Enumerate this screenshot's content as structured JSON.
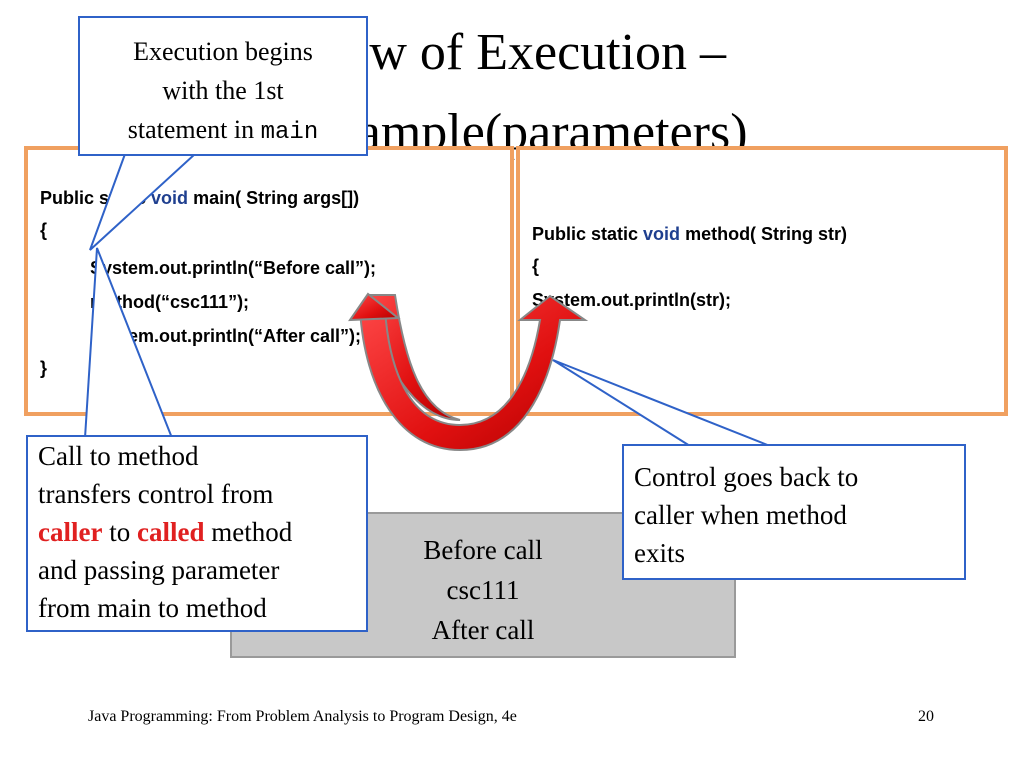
{
  "slide": {
    "title_line1": "Flow of Execution –",
    "title_line2": "Example(parameters)"
  },
  "main_code": {
    "line1_a": "Public static ",
    "line1_kw": "void",
    "line1_b": " main( String args[])",
    "line2": "{",
    "line3": "System.out.println(“Before call”);",
    "line4": "method(“csc111”);",
    "line5": "System.out.println(“After call”);",
    "line6": "}"
  },
  "method_code": {
    "line1_a": "Public static ",
    "line1_kw": "void",
    "line1_b": " method( String str)",
    "line2": "{",
    "line3": " System.out.println(str);"
  },
  "output": {
    "line1": "Before call",
    "line2": "csc111",
    "line3": "After call"
  },
  "callout_top": {
    "text1": "Execution begins",
    "text2": "with the 1st",
    "text3_a": "statement in ",
    "text3_code": "main"
  },
  "callout_left": {
    "line1": "Call to method",
    "line2": "transfers control from",
    "caller": "caller",
    "to": " to ",
    "called": "called",
    "method": " method",
    "line4": "and passing parameter",
    "line5": "from main to method"
  },
  "callout_right": {
    "line1": "Control goes back to",
    "line2": "caller when method",
    "line3": "exits"
  },
  "footer": {
    "book": "Java Programming: From Problem Analysis to Program Design, 4e",
    "page": "20"
  },
  "colors": {
    "box_border": "#f0a060",
    "callout_border": "#2f62c8",
    "arrow_red": "#e01010",
    "keyword": "#1f3f8f",
    "emphasis_red": "#e02020"
  }
}
